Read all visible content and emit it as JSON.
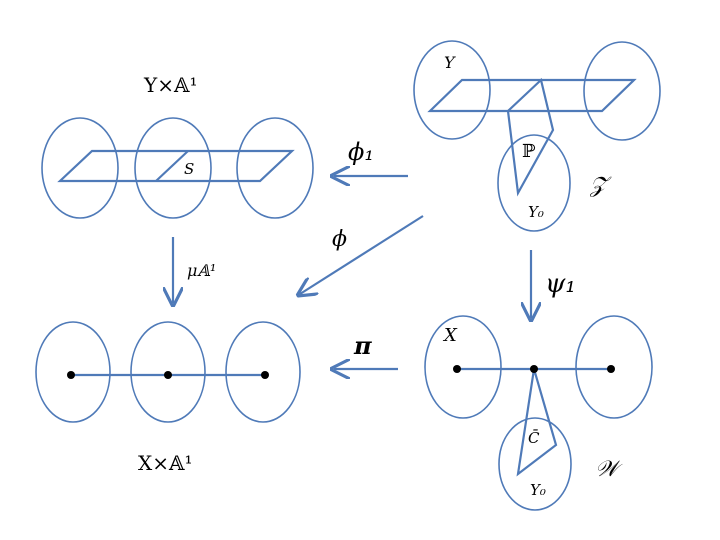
{
  "labels": {
    "y_times_a1": "Y×𝔸¹",
    "s": "S",
    "y_top": "Y",
    "p": "ℙ",
    "y0_top": "Y₀",
    "z": "𝒵",
    "phi1": "ϕ₁",
    "phi": "ϕ",
    "mu": "μ𝔸¹",
    "psi1": "ψ₁",
    "pi": "π",
    "x": "X",
    "c_bar": "C̄",
    "w": "𝒲",
    "y0_bottom": "Y₀",
    "x_times_a1": "X×𝔸¹"
  },
  "colors": {
    "stroke": "#4f7ab8",
    "text": "#000000",
    "point": "#000000"
  }
}
